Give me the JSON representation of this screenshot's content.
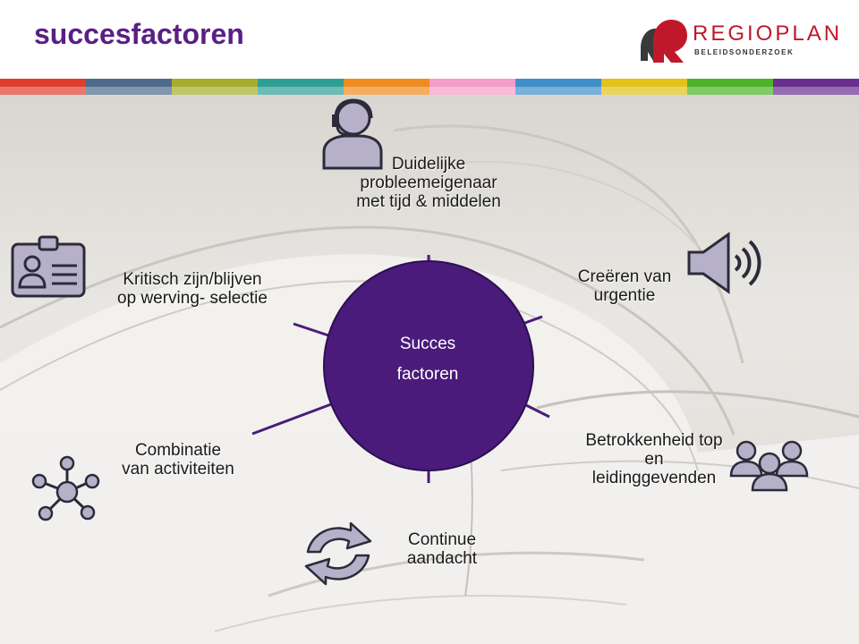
{
  "header": {
    "title": "succesfactoren",
    "logo_name": "REGIOPLAN",
    "logo_subtitle": "BELEIDSONDERZOEK"
  },
  "colors": {
    "title": "#5a1f86",
    "hub": "#4a1b7a",
    "icon_fill": "#b6b0c8",
    "icon_stroke": "#2b2b3a",
    "logo_red": "#c0182a",
    "stripe_colors": [
      "#e03e2d",
      "#4d6a8a",
      "#a6ad2a",
      "#2e9f95",
      "#ef8c1f",
      "#f59ec9",
      "#3f8fc9",
      "#e3c21a",
      "#4db227",
      "#6a2e8e"
    ]
  },
  "diagram": {
    "hub": {
      "line1": "Succes",
      "line2": "factoren"
    },
    "nodes": [
      {
        "id": "probleemeigenaar",
        "lines": [
          "Duidelijke",
          "probleemeigenaar",
          "met tijd & middelen"
        ],
        "icon": "headset-person-icon"
      },
      {
        "id": "urgentie",
        "lines": [
          "Creëren van",
          "urgentie"
        ],
        "icon": "speaker-icon"
      },
      {
        "id": "betrokkenheid",
        "lines": [
          "Betrokkenheid top",
          "en",
          "leidinggevenden"
        ],
        "icon": "group-icon"
      },
      {
        "id": "aandacht",
        "lines": [
          "Continue",
          "aandacht"
        ],
        "icon": "refresh-cycle-icon"
      },
      {
        "id": "combinatie",
        "lines": [
          "Combinatie",
          "van activiteiten"
        ],
        "icon": "network-hub-icon"
      },
      {
        "id": "werving",
        "lines": [
          "Kritisch zijn/blijven",
          "op werving- selectie"
        ],
        "icon": "id-badge-icon"
      }
    ]
  }
}
